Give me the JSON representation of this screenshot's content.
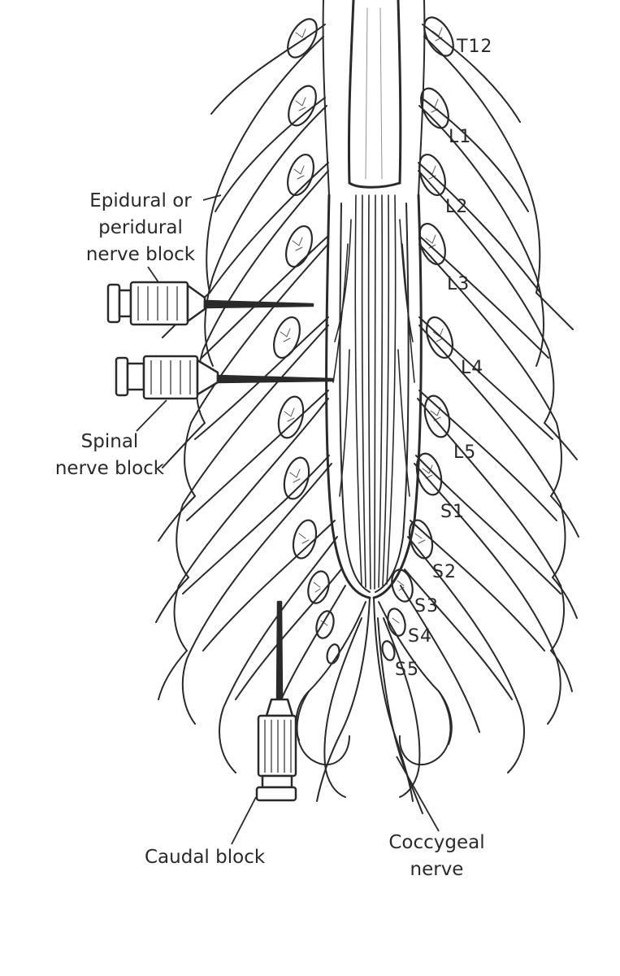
{
  "labels": {
    "epidural": [
      "Epidural or",
      "peridural",
      "nerve block"
    ],
    "spinal": [
      "Spinal",
      "nerve block"
    ],
    "caudal": "Caudal block",
    "coccygeal": [
      "Coccygeal",
      "nerve"
    ]
  },
  "segments": [
    "T12",
    "L1",
    "L2",
    "L3",
    "L4",
    "L5",
    "S1",
    "S2",
    "S3",
    "S4",
    "S5"
  ],
  "colors": {
    "ink": "#2a2a2a",
    "paper": "#ffffff"
  }
}
